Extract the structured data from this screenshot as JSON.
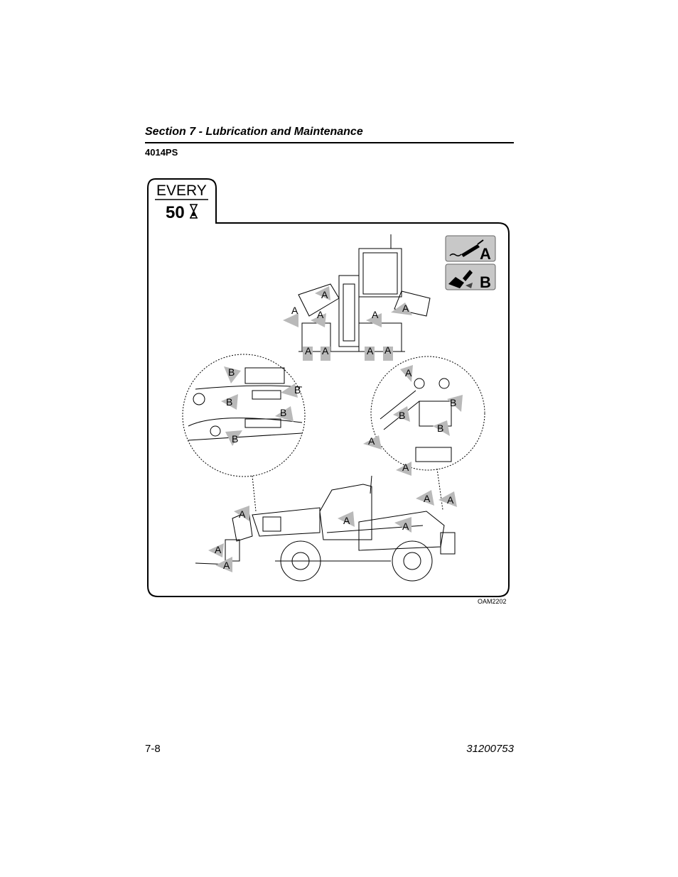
{
  "header": {
    "section_title": "Section 7 - Lubrication and Maintenance",
    "model": "4014PS"
  },
  "figure": {
    "interval_word": "EVERY",
    "interval_hours": "50",
    "interval_icon": "hourglass-icon",
    "legend": [
      {
        "letter": "A",
        "icon": "grease-gun-icon"
      },
      {
        "letter": "B",
        "icon": "brush-icon"
      }
    ],
    "callouts": [
      "A",
      "A",
      "A",
      "A",
      "A",
      "A",
      "A",
      "A",
      "A",
      "A",
      "B",
      "B",
      "B",
      "B",
      "B",
      "A",
      "B",
      "B",
      "B",
      "A",
      "A",
      "A",
      "A",
      "A",
      "A",
      "A",
      "A",
      "A"
    ],
    "code": "OAM2202"
  },
  "footer": {
    "page_number": "7-8",
    "doc_number": "31200753"
  },
  "colors": {
    "panel_bg": "#c8c8c8",
    "arrow": "#b9b9b9",
    "line": "#000000"
  }
}
